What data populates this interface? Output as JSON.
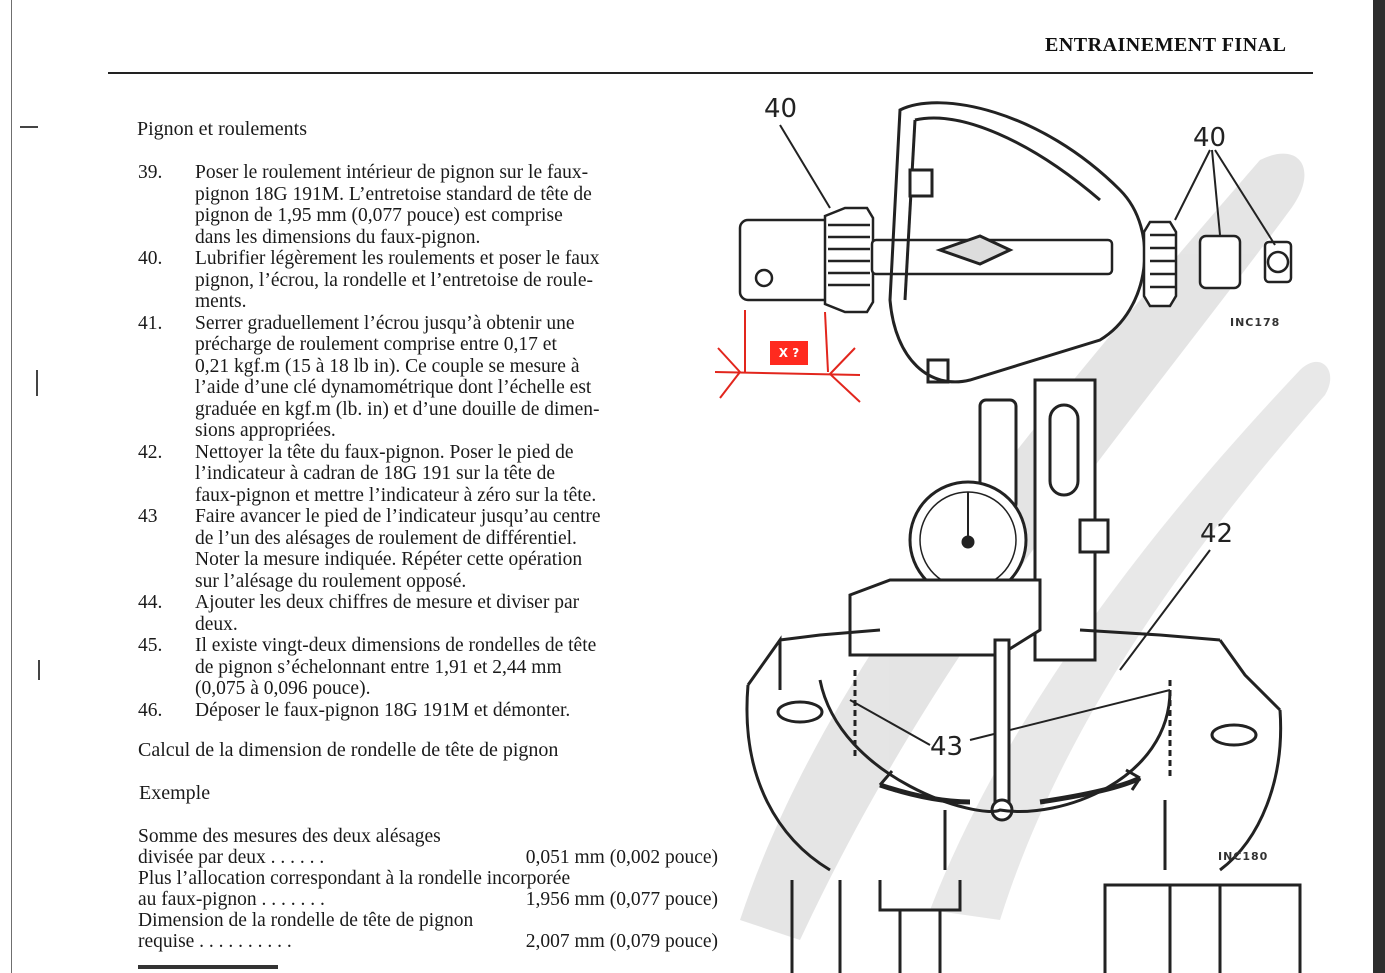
{
  "header": {
    "title": "ENTRAINEMENT FINAL"
  },
  "section": {
    "heading": "Pignon et roulements"
  },
  "steps": [
    {
      "num": "39.",
      "lines": [
        "Poser le roulement intérieur de pignon sur le faux-",
        "pignon 18G 191M. L’entretoise standard de tête de",
        "pignon de 1,95 mm (0,077 pouce) est comprise",
        "dans les dimensions du faux-pignon."
      ]
    },
    {
      "num": "40.",
      "lines": [
        "Lubrifier légèrement les roulements et poser le faux",
        "pignon, l’écrou, la rondelle et l’entretoise de roule-",
        "ments."
      ]
    },
    {
      "num": "41.",
      "lines": [
        "Serrer graduellement l’écrou jusqu’à obtenir une",
        "précharge de roulement comprise entre 0,17 et",
        "0,21 kgf.m (15 à 18 lb in). Ce couple se mesure à",
        "l’aide d’une clé dynamométrique dont l’échelle est",
        "graduée en kgf.m (lb. in) et d’une douille de dimen-",
        "sions appropriées."
      ]
    },
    {
      "num": "42.",
      "lines": [
        "Nettoyer la tête du faux-pignon. Poser le pied de",
        "l’indicateur à cadran de 18G 191 sur la tête de",
        "faux-pignon et mettre l’indicateur à zéro sur la tête."
      ]
    },
    {
      "num": "43",
      "lines": [
        "Faire avancer le pied de l’indicateur jusqu’au centre",
        "de l’un des alésages de roulement de différentiel.",
        "Noter la mesure indiquée. Répéter cette opération",
        "sur l’alésage du roulement opposé."
      ]
    },
    {
      "num": "44.",
      "lines": [
        "Ajouter les deux chiffres de mesure et diviser par",
        "deux."
      ]
    },
    {
      "num": "45.",
      "lines": [
        "Il existe vingt-deux dimensions de rondelles de tête",
        "de pignon s’échelonnant entre 1,91 et 2,44 mm",
        "(0,075 à 0,096 pouce)."
      ]
    },
    {
      "num": "46.",
      "lines": [
        "Déposer le faux-pignon 18G 191M et démonter."
      ]
    }
  ],
  "calc": {
    "heading": "Calcul de la dimension de rondelle de tête de pignon",
    "example_label": "Exemple",
    "rows": [
      {
        "label": "Somme des mesures des deux alésages",
        "value": ""
      },
      {
        "label": "divisée par deux . . . . . .",
        "value": "0,051 mm (0,002 pouce)"
      },
      {
        "label": "Plus l’allocation correspondant à la rondelle incorporée",
        "value": ""
      },
      {
        "label": "au faux-pignon . . . . . . .",
        "value": "1,956 mm (0,077 pouce)"
      },
      {
        "label": "Dimension de la rondelle de tête de pignon",
        "value": ""
      },
      {
        "label": "requise . . . . . . . . . .",
        "value": "2,007 mm (0,079 pouce)"
      }
    ]
  },
  "figure": {
    "labels": {
      "l40a": "40",
      "l40b": "40",
      "l42": "42",
      "l43": "43"
    },
    "codes": {
      "top": "INC178",
      "bottom": "INC180"
    },
    "annotation": "X ?"
  }
}
